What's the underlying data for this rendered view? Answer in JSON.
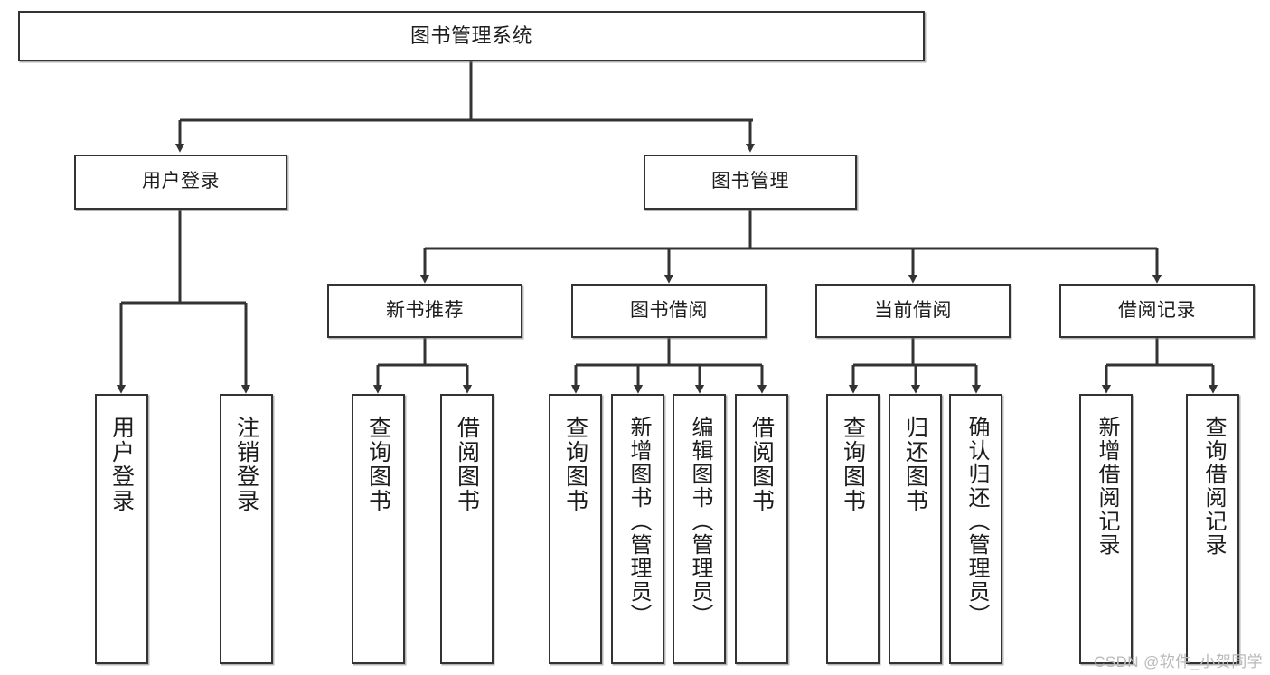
{
  "diagram": {
    "type": "tree-hierarchy-chart",
    "title": "图书管理系统",
    "watermark": "CSDN @软件_小贺同学",
    "colors": {
      "box_border": "#333333",
      "box_fill": "#ffffff",
      "connector": "#333333",
      "background": "#ffffff",
      "watermark": "#b9b9b9"
    },
    "levels": {
      "level1": [
        "图书管理系统"
      ],
      "level2": [
        "用户登录",
        "图书管理"
      ],
      "level3": [
        "新书推荐",
        "图书借阅",
        "当前借阅",
        "借阅记录"
      ],
      "level4": [
        "用户登录",
        "注销登录",
        "查询图书",
        "借阅图书",
        "查询图书",
        "新增图书（管理员）",
        "编辑图书（管理员）",
        "借阅图书",
        "查询图书",
        "归还图书",
        "确认归还（管理员）",
        "新增借阅记录",
        "查询借阅记录"
      ]
    },
    "nodes": {
      "root": {
        "label": "图书管理系统"
      },
      "user_login": {
        "label": "用户登录"
      },
      "book_mgmt": {
        "label": "图书管理"
      },
      "new_book_rec": {
        "label": "新书推荐"
      },
      "book_borrow": {
        "label": "图书借阅"
      },
      "current_borrow": {
        "label": "当前借阅"
      },
      "borrow_record": {
        "label": "借阅记录"
      },
      "leaf_user_login": {
        "label": "用户登录"
      },
      "leaf_user_logout": {
        "label": "注销登录"
      },
      "leaf_rec_query": {
        "label": "查询图书"
      },
      "leaf_rec_borrow": {
        "label": "借阅图书"
      },
      "leaf_borrow_query": {
        "label": "查询图书"
      },
      "leaf_borrow_add": {
        "label": "新增图书（管理员）"
      },
      "leaf_borrow_edit": {
        "label": "编辑图书（管理员）"
      },
      "leaf_borrow_lend": {
        "label": "借阅图书"
      },
      "leaf_cur_query": {
        "label": "查询图书"
      },
      "leaf_cur_return": {
        "label": "归还图书"
      },
      "leaf_cur_confirm": {
        "label": "确认归还（管理员）"
      },
      "leaf_rec_add": {
        "label": "新增借阅记录"
      },
      "leaf_rec_search": {
        "label": "查询借阅记录"
      }
    },
    "edges": [
      {
        "from": "root",
        "to": "user_login"
      },
      {
        "from": "root",
        "to": "book_mgmt"
      },
      {
        "from": "user_login",
        "to": "leaf_user_login"
      },
      {
        "from": "user_login",
        "to": "leaf_user_logout"
      },
      {
        "from": "book_mgmt",
        "to": "new_book_rec"
      },
      {
        "from": "book_mgmt",
        "to": "book_borrow"
      },
      {
        "from": "book_mgmt",
        "to": "current_borrow"
      },
      {
        "from": "book_mgmt",
        "to": "borrow_record"
      },
      {
        "from": "new_book_rec",
        "to": "leaf_rec_query"
      },
      {
        "from": "new_book_rec",
        "to": "leaf_rec_borrow"
      },
      {
        "from": "book_borrow",
        "to": "leaf_borrow_query"
      },
      {
        "from": "book_borrow",
        "to": "leaf_borrow_add"
      },
      {
        "from": "book_borrow",
        "to": "leaf_borrow_edit"
      },
      {
        "from": "book_borrow",
        "to": "leaf_borrow_lend"
      },
      {
        "from": "current_borrow",
        "to": "leaf_cur_query"
      },
      {
        "from": "current_borrow",
        "to": "leaf_cur_return"
      },
      {
        "from": "current_borrow",
        "to": "leaf_cur_confirm"
      },
      {
        "from": "borrow_record",
        "to": "leaf_rec_add"
      },
      {
        "from": "borrow_record",
        "to": "leaf_rec_search"
      }
    ]
  }
}
